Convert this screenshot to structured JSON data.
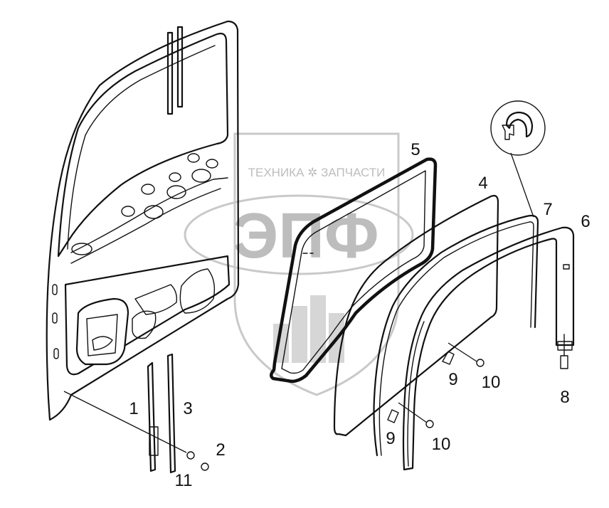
{
  "watermark": {
    "brand_line": "ТЕХНИКА ✲ ЗАПЧАСТИ",
    "logo_text": "ЭПФ"
  },
  "callouts": [
    "1",
    "2",
    "3",
    "4",
    "5",
    "6",
    "7",
    "8",
    "9",
    "9",
    "10",
    "10",
    "11"
  ],
  "colors": {
    "line": "#111111",
    "watermark": "#c9c9c9",
    "background": "#ffffff"
  }
}
